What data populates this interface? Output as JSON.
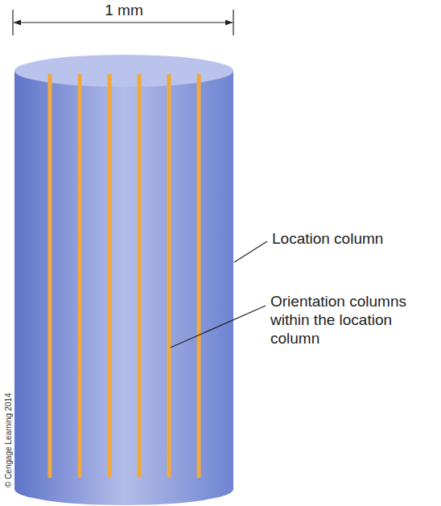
{
  "diagram": {
    "labels": [
      "1 mm",
      "Location column",
      "Orientation columns within the location column",
      "© Cengage Learning 2014"
    ]
  }
}
